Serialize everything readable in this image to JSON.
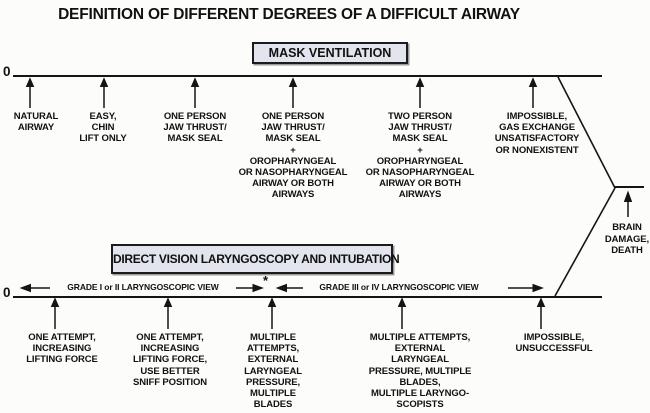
{
  "title": "DEFINITION OF DIFFERENT DEGREES OF A DIFFICULT AIRWAY",
  "colors": {
    "box_fill": "#e2e5ee",
    "box_border": "#1b1b1b",
    "line": "#151515",
    "text": "#111111",
    "background": "#fcfcfb"
  },
  "mask_ventilation": {
    "box_label": "MASK VENTILATION",
    "axis_zero": "0",
    "items": [
      {
        "label": "NATURAL\nAIRWAY"
      },
      {
        "label": "EASY,\nCHIN\nLIFT ONLY"
      },
      {
        "label": "ONE PERSON\nJAW THRUST/\nMASK SEAL"
      },
      {
        "label": "ONE PERSON\nJAW THRUST/\nMASK SEAL\n+\nOROPHARYNGEAL\nOR NASOPHARYNGEAL\nAIRWAY OR BOTH\nAIRWAYS"
      },
      {
        "label": "TWO PERSON\nJAW THRUST/\nMASK SEAL\n+\nOROPHARYNGEAL\nOR NASOPHARYNGEAL\nAIRWAY OR BOTH\nAIRWAYS"
      },
      {
        "label": "IMPOSSIBLE,\nGAS EXCHANGE\nUNSATISFACTORY\nOR NONEXISTENT"
      }
    ]
  },
  "laryngoscopy": {
    "box_label": "DIRECT VISION LARYNGOSCOPY AND INTUBATION",
    "axis_zero": "0",
    "grade_left_label": "GRADE I or II LARYNGOSCOPIC VIEW",
    "asterisk": "*",
    "grade_right_label": "GRADE III or IV LARYNGOSCOPIC VIEW",
    "items": [
      {
        "label": "ONE ATTEMPT,\nINCREASING\nLIFTING FORCE"
      },
      {
        "label": "ONE ATTEMPT,\nINCREASING\nLIFTING FORCE,\nUSE BETTER\nSNIFF POSITION"
      },
      {
        "label": "MULTIPLE\nATTEMPTS,\nEXTERNAL\nLARYNGEAL\nPRESSURE,\nMULTIPLE\nBLADES"
      },
      {
        "label": "MULTIPLE ATTEMPTS,\nEXTERNAL\nLARYNGEAL\nPRESSURE, MULTIPLE\nBLADES,\nMULTIPLE LARYNGO-\nSCOPISTS"
      },
      {
        "label": "IMPOSSIBLE,\nUNSUCCESSFUL"
      }
    ]
  },
  "outcome": {
    "label": "BRAIN\nDAMAGE,\nDEATH"
  }
}
